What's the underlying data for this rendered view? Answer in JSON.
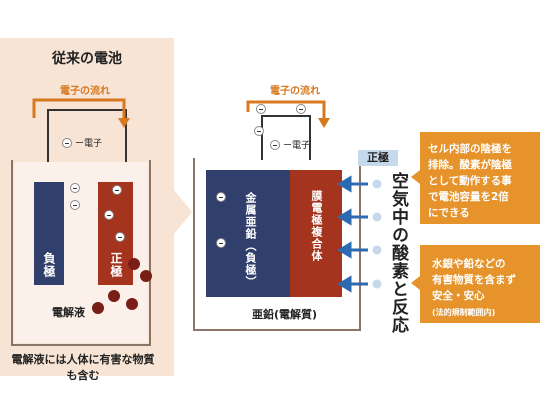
{
  "left": {
    "title": "従来の電池",
    "electron_flow": "電子の流れ",
    "electron_legend": "ー電子",
    "anode_label": "負極",
    "cathode_label": "正極",
    "electrolyte_label": "電解液",
    "caption": "電解液には人体に有害な物質も含む"
  },
  "right": {
    "electron_flow": "電子の流れ",
    "electron_legend": "ー電子",
    "anode_label": "金属亜鉛（負極）",
    "cathode_label": "膜電極複合体",
    "positive_tag": "正極",
    "electrolyte_label": "亜鉛(電解質)",
    "air_label": "空気中の酸素と反応"
  },
  "callouts": {
    "top_lines": [
      "セル内部の陰極を",
      "排除。酸素が陰極",
      "として動作する事",
      "で電池容量を2倍",
      "にできる"
    ],
    "bottom_lines": [
      "水銀や鉛などの",
      "有害物質を含まず",
      "安全・安心"
    ],
    "bottom_note": "(法的規制範囲内)"
  },
  "colors": {
    "anode": "#303f6b",
    "cathode": "#a4341d",
    "accent": "#d7791e",
    "panel_bg": "#f7e4d5",
    "arrow": "#2d6bb0"
  }
}
